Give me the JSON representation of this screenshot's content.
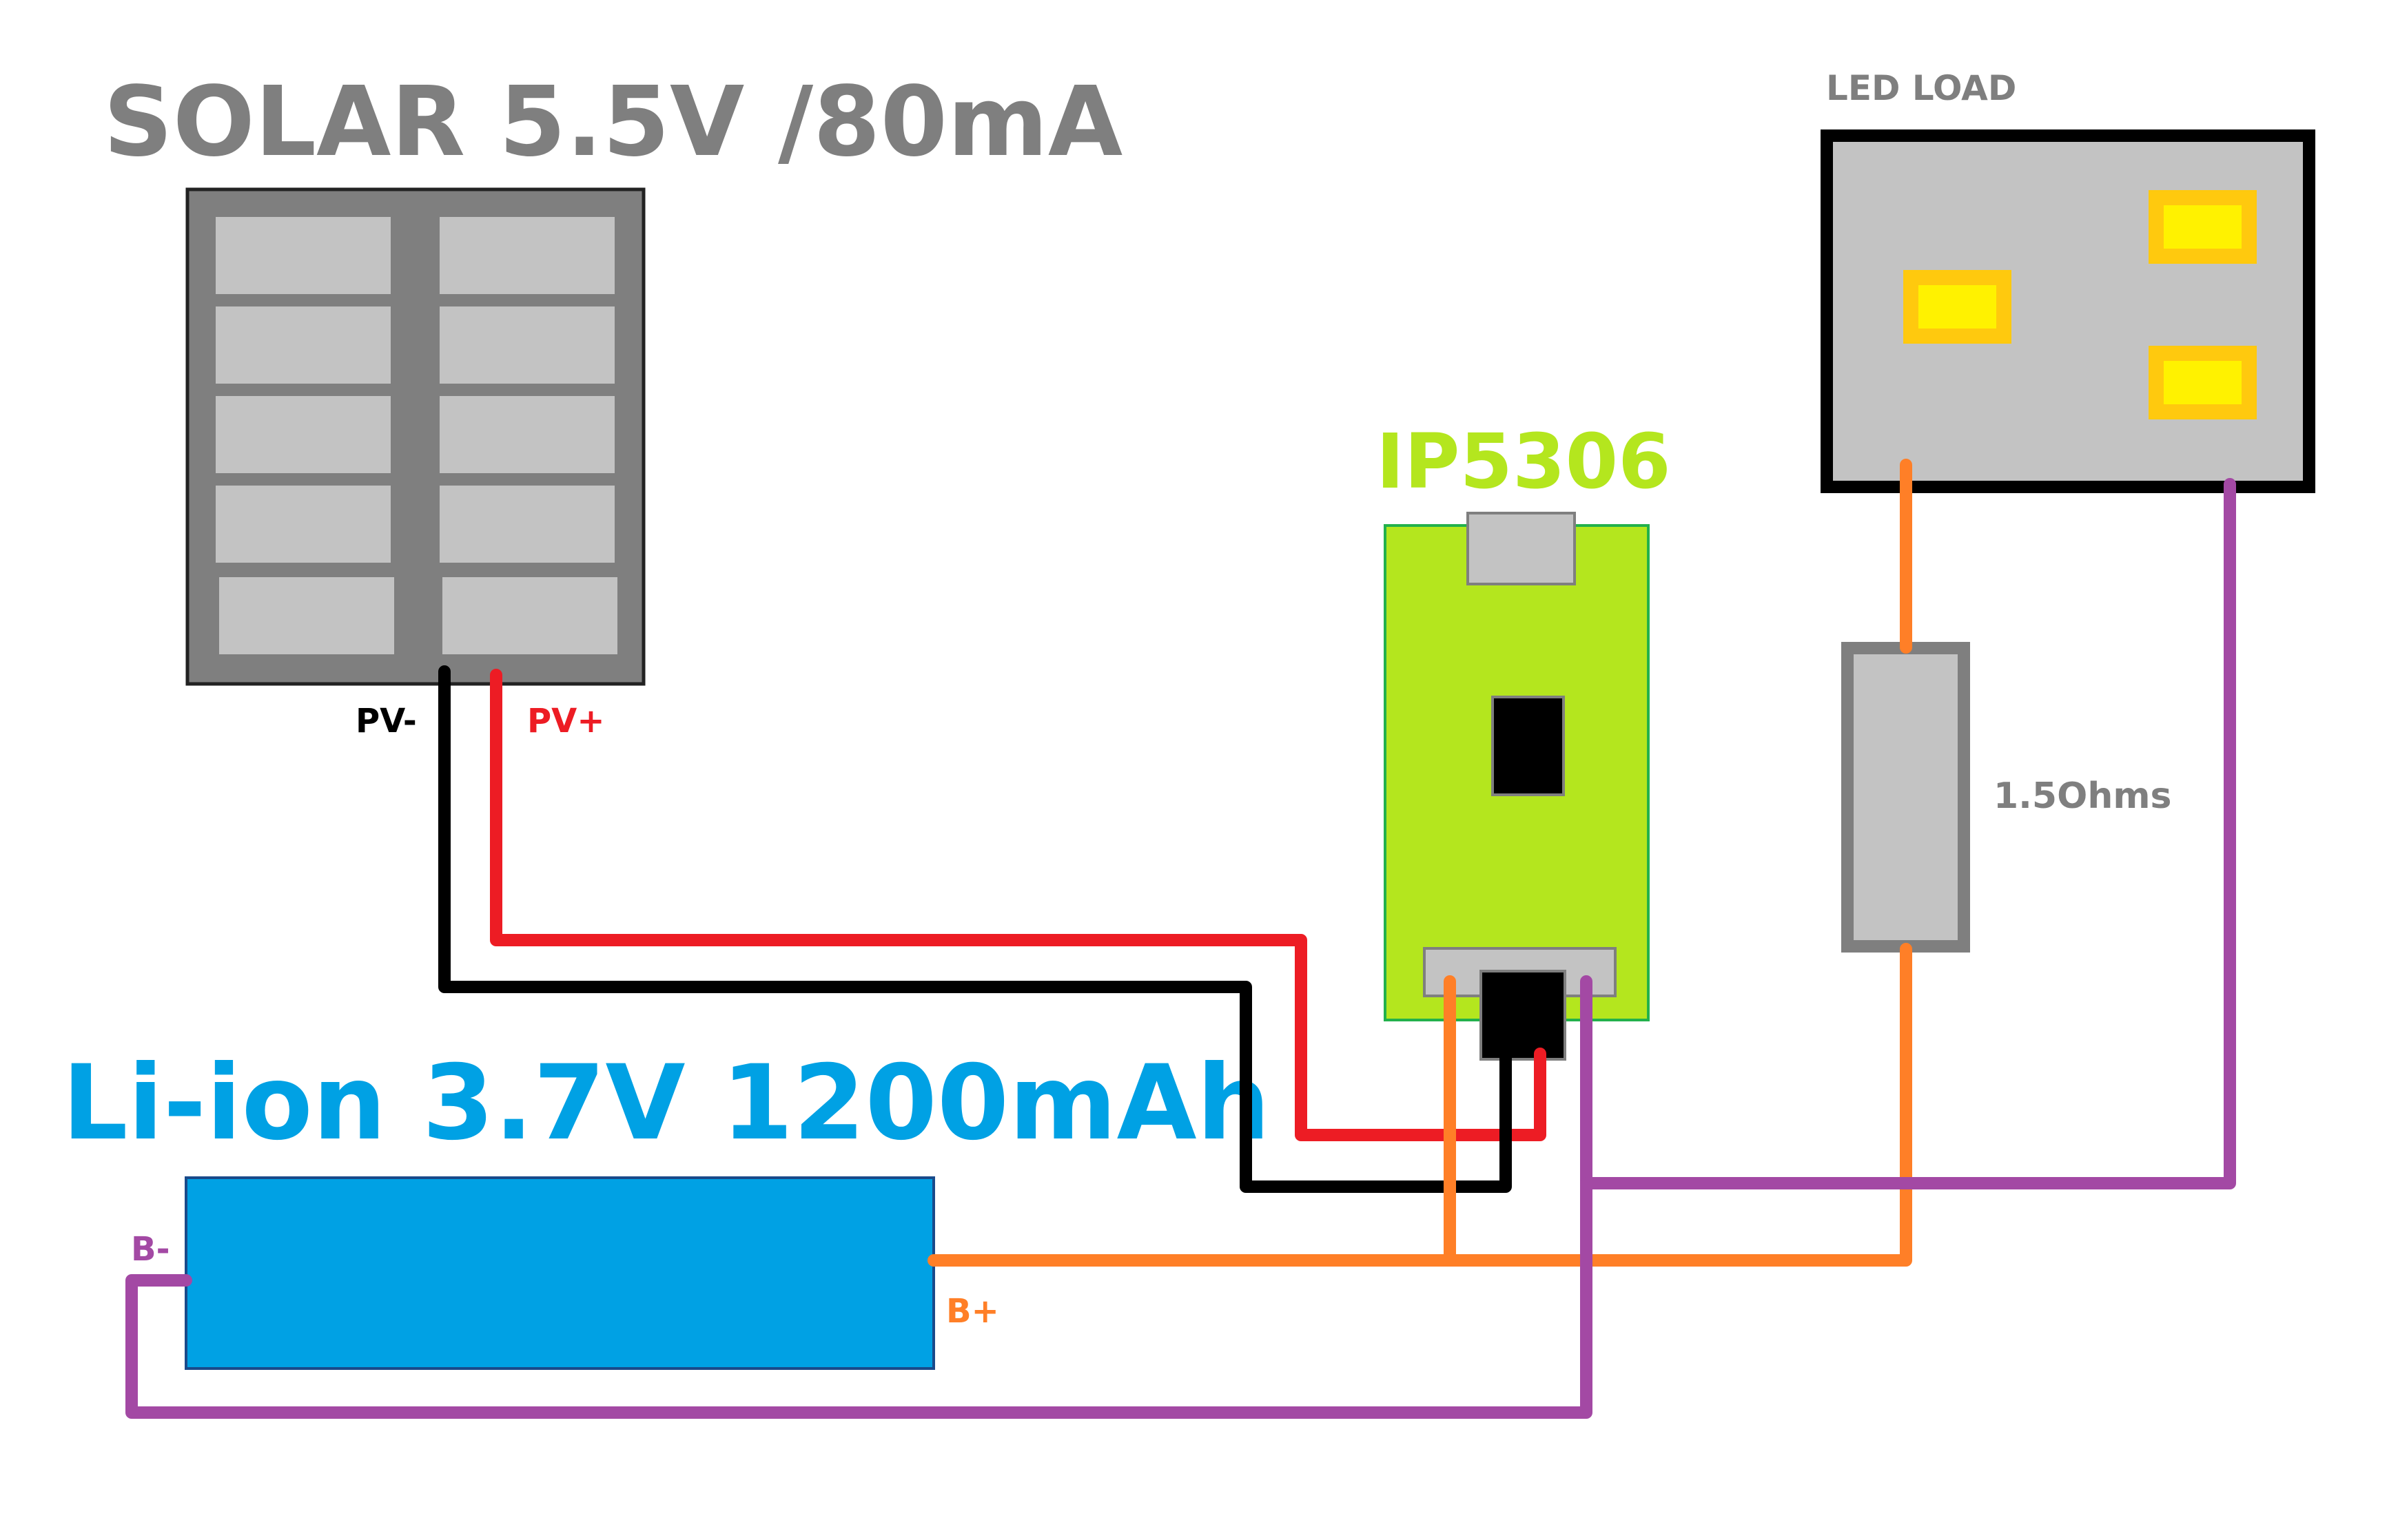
{
  "solar": {
    "title": "SOLAR 5.5V /80mA",
    "neg_label": "PV-",
    "pos_label": "PV+"
  },
  "battery": {
    "title": "Li-ion 3.7V 1200mAh",
    "neg_label": "B-",
    "pos_label": "B+"
  },
  "module": {
    "title": "IP5306"
  },
  "load": {
    "title": "LED LOAD"
  },
  "resistor": {
    "label": "1.5Ohms"
  },
  "colors": {
    "title_gray": "#7f7f7f",
    "battery_blue": "#00a1e4",
    "module_green": "#b4e61e",
    "wire_red": "#ed1c24",
    "wire_black": "#000000",
    "wire_orange": "#ff7f27",
    "wire_purple": "#a349a4",
    "led_yellow": "#fff200",
    "led_orange": "#ffc90e",
    "panel_gray": "#7f7f7f",
    "cell_gray": "#c3c3c3"
  }
}
